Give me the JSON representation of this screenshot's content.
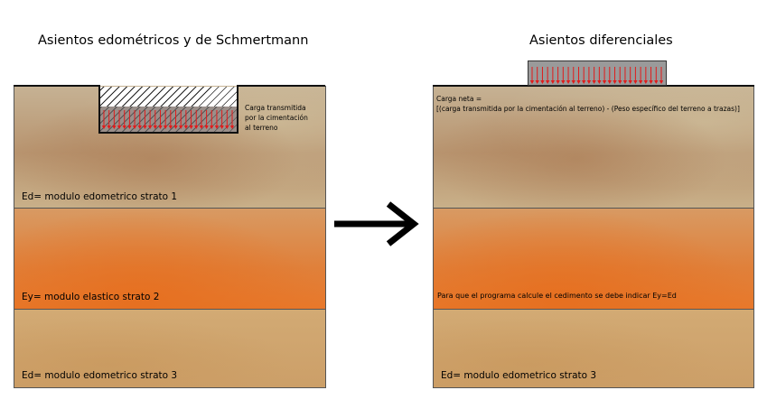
{
  "titles": {
    "left": "Asientos edométricos y de Schmertmann",
    "right": "Asientos diferenciales"
  },
  "left_panel": {
    "load_label": [
      "Carga transmitida",
      "por la cimentación",
      "al terreno"
    ],
    "layers": [
      {
        "label": "Ed= modulo edometrico strato 1"
      },
      {
        "label": "Ey= modulo elastico strato 2"
      },
      {
        "label": "Ed= modulo edometrico strato 3"
      }
    ]
  },
  "right_panel": {
    "net_load_label": "Carga neta =",
    "net_load_formula": "[(carga transmitida por la cimentación al terreno) - (Peso específico del terreno a trazas)]",
    "program_note": "Para que el programa calcule el cedimento se debe indicar Ey=Ed",
    "layers": [
      {
        "label": ""
      },
      {
        "label": ""
      },
      {
        "label": "Ed= modulo edometrico strato 3"
      }
    ]
  },
  "colors": {
    "load_arrow": "#e11b1b",
    "outline": "#111111"
  },
  "icons": {
    "transition": "right-arrow-icon"
  }
}
